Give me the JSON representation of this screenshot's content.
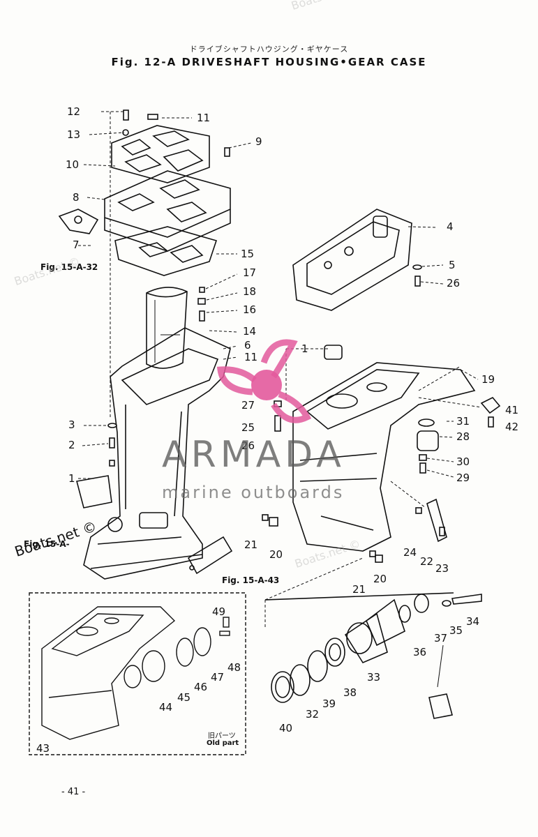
{
  "title": {
    "japanese": "ドライブシャフトハウジング・ギヤケース",
    "english": "Fig. 12-A  DRIVESHAFT HOUSING•GEAR CASE"
  },
  "callouts": [
    {
      "id": "c12",
      "text": "12"
    },
    {
      "id": "c13",
      "text": "13"
    },
    {
      "id": "c11a",
      "text": "11"
    },
    {
      "id": "c9",
      "text": "9"
    },
    {
      "id": "c10",
      "text": "10"
    },
    {
      "id": "c8",
      "text": "8"
    },
    {
      "id": "c7",
      "text": "7"
    },
    {
      "id": "c4",
      "text": "4"
    },
    {
      "id": "c5",
      "text": "5"
    },
    {
      "id": "c26a",
      "text": "26"
    },
    {
      "id": "c15",
      "text": "15"
    },
    {
      "id": "c17",
      "text": "17"
    },
    {
      "id": "c18",
      "text": "18"
    },
    {
      "id": "c16",
      "text": "16"
    },
    {
      "id": "c14",
      "text": "14"
    },
    {
      "id": "c6",
      "text": "6"
    },
    {
      "id": "c11b",
      "text": "11"
    },
    {
      "id": "c1a",
      "text": "1"
    },
    {
      "id": "c19",
      "text": "19"
    },
    {
      "id": "c27",
      "text": "27"
    },
    {
      "id": "c25",
      "text": "25"
    },
    {
      "id": "c26b",
      "text": "26"
    },
    {
      "id": "c41",
      "text": "41"
    },
    {
      "id": "c42",
      "text": "42"
    },
    {
      "id": "c31",
      "text": "31"
    },
    {
      "id": "c28",
      "text": "28"
    },
    {
      "id": "c30",
      "text": "30"
    },
    {
      "id": "c29",
      "text": "29"
    },
    {
      "id": "c3",
      "text": "3"
    },
    {
      "id": "c2",
      "text": "2"
    },
    {
      "id": "c1b",
      "text": "1"
    },
    {
      "id": "c21a",
      "text": "21"
    },
    {
      "id": "c20a",
      "text": "20"
    },
    {
      "id": "c24",
      "text": "24"
    },
    {
      "id": "c22",
      "text": "22"
    },
    {
      "id": "c23",
      "text": "23"
    },
    {
      "id": "c21b",
      "text": "21"
    },
    {
      "id": "c20b",
      "text": "20"
    },
    {
      "id": "c49",
      "text": "49"
    },
    {
      "id": "c48",
      "text": "48"
    },
    {
      "id": "c47",
      "text": "47"
    },
    {
      "id": "c46",
      "text": "46"
    },
    {
      "id": "c45",
      "text": "45"
    },
    {
      "id": "c44",
      "text": "44"
    },
    {
      "id": "c43",
      "text": "43"
    },
    {
      "id": "c34",
      "text": "34"
    },
    {
      "id": "c35",
      "text": "35"
    },
    {
      "id": "c37",
      "text": "37"
    },
    {
      "id": "c36",
      "text": "36"
    },
    {
      "id": "c33",
      "text": "33"
    },
    {
      "id": "c38",
      "text": "38"
    },
    {
      "id": "c39",
      "text": "39"
    },
    {
      "id": "c32",
      "text": "32"
    },
    {
      "id": "c40",
      "text": "40"
    }
  ],
  "references": {
    "fig15a32": "Fig. 15-A-32",
    "fig15a43": "Fig. 15-A-43",
    "fig15a_left": "Fig. 15-A-"
  },
  "inset": {
    "old_part_jp": "旧パーツ",
    "old_part": "Old part"
  },
  "page_number": "- 41 -",
  "watermark": {
    "brand": "ARMADA",
    "tagline": "marine outboards",
    "site_main": "Boats.net ©",
    "site_faint": "Boats.net ©"
  },
  "colors": {
    "ink": "#111111",
    "watermark_pink": "#e35a9c",
    "watermark_gray": "#5a5a5a"
  }
}
